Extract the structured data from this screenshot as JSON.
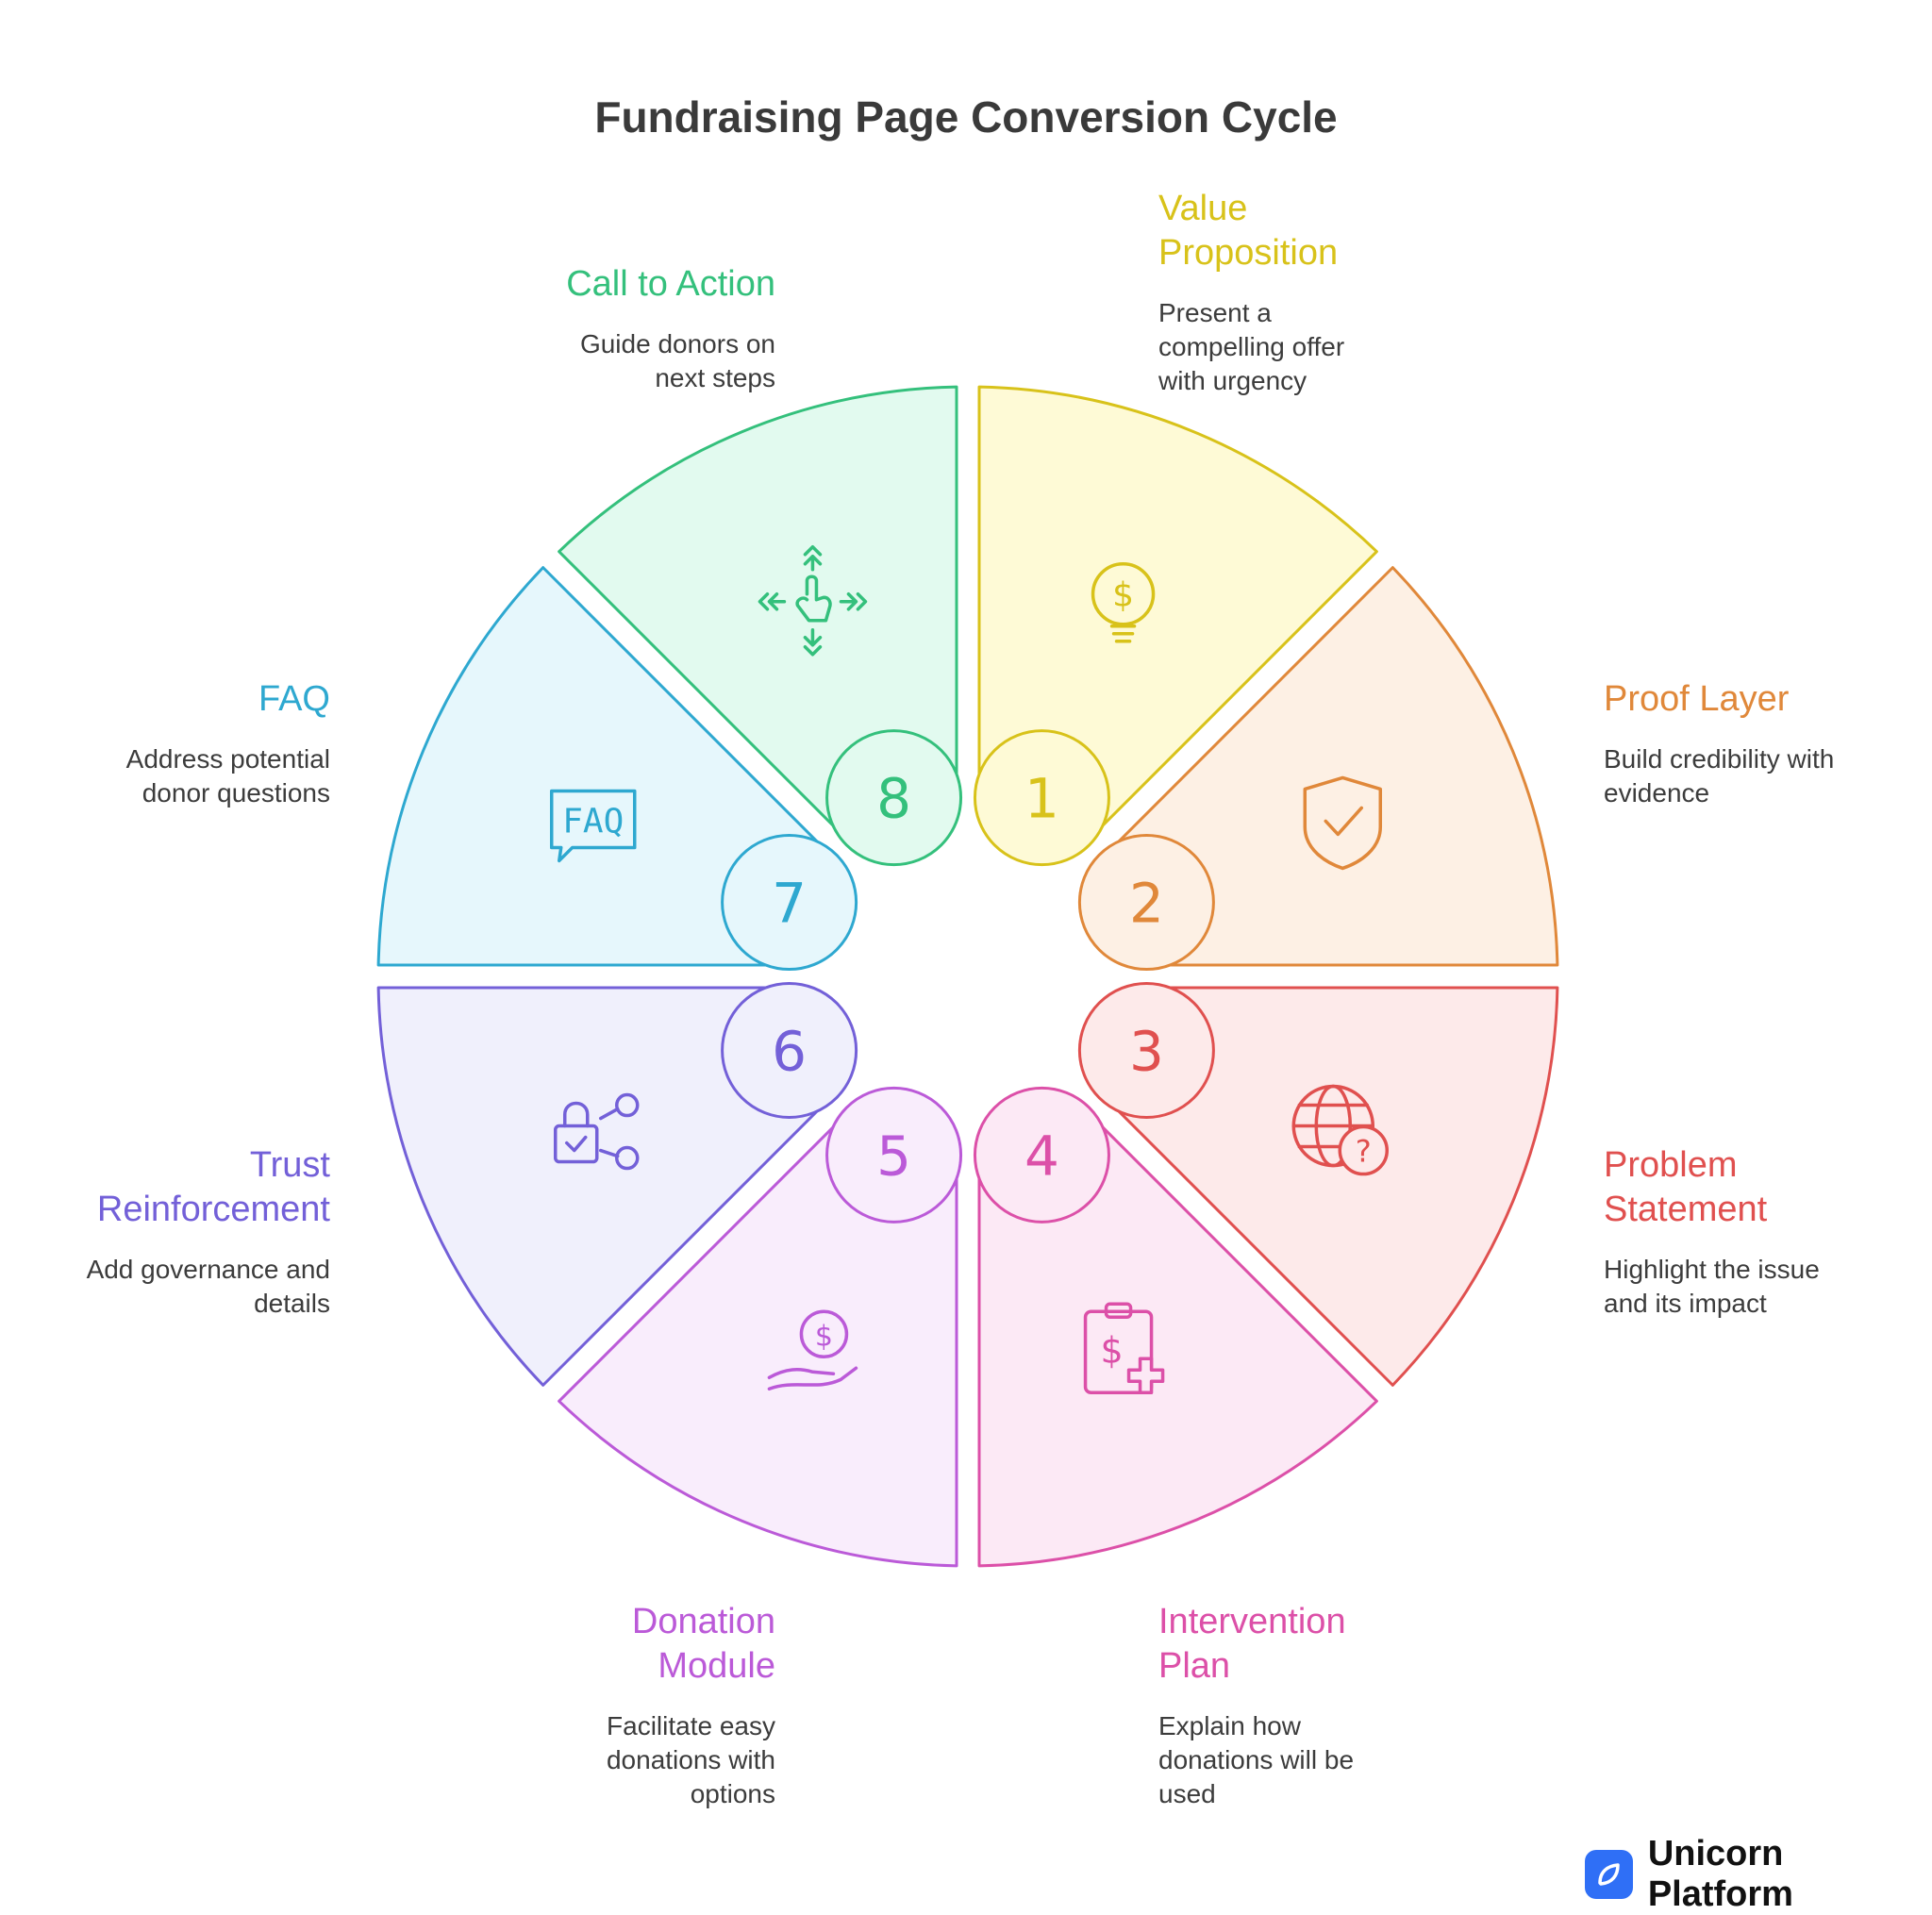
{
  "title": "Fundraising Page Conversion Cycle",
  "segments": [
    {
      "number": "1",
      "heading": "Value Proposition",
      "description": "Present a compelling offer with urgency",
      "color": "#d8c21a",
      "fill": "#fefad6",
      "icon": "lightbulb-dollar-icon"
    },
    {
      "number": "2",
      "heading": "Proof Layer",
      "description": "Build credibility with evidence",
      "color": "#e0883a",
      "fill": "#fdf0e4",
      "icon": "shield-check-icon"
    },
    {
      "number": "3",
      "heading": "Problem Statement",
      "description": "Highlight the issue and its impact",
      "color": "#e0504f",
      "fill": "#fdeaea",
      "icon": "globe-question-icon"
    },
    {
      "number": "4",
      "heading": "Intervention Plan",
      "description": "Explain how donations will be used",
      "color": "#dc50a8",
      "fill": "#fce9f5",
      "icon": "clipboard-dollar-plus-icon"
    },
    {
      "number": "5",
      "heading": "Donation Module",
      "description": "Facilitate easy donations with options",
      "color": "#bb5ad8",
      "fill": "#f9edfc",
      "icon": "hand-coin-icon"
    },
    {
      "number": "6",
      "heading": "Trust Reinforcement",
      "description": "Add governance and details",
      "color": "#7360d8",
      "fill": "#f0f0fc",
      "icon": "lock-share-icon"
    },
    {
      "number": "7",
      "heading": "FAQ",
      "description": "Address potential donor questions",
      "color": "#2ea8d0",
      "fill": "#e6f7fc",
      "icon": "faq-bubble-icon"
    },
    {
      "number": "8",
      "heading": "Call to Action",
      "description": "Guide donors on next steps",
      "color": "#34c07c",
      "fill": "#e2faef",
      "icon": "pointer-arrows-icon"
    }
  ],
  "brand": {
    "name": "Unicorn Platform",
    "logo_color": "#2f6ff6"
  }
}
